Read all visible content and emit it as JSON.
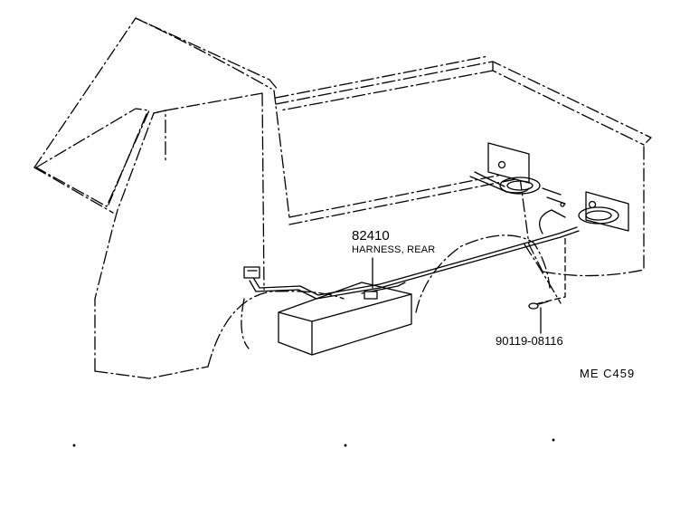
{
  "callouts": {
    "harness_part_number": "82410",
    "harness_part_name": "HARNESS, REAR",
    "screw_part_number": "90119-08116",
    "diagram_code": "ME  C459"
  },
  "colors": {
    "line": "#000000",
    "background": "#ffffff"
  },
  "icons": [
    "truck-body-outline",
    "wire-harness",
    "rear-lamp",
    "screw",
    "fuel-tank"
  ]
}
